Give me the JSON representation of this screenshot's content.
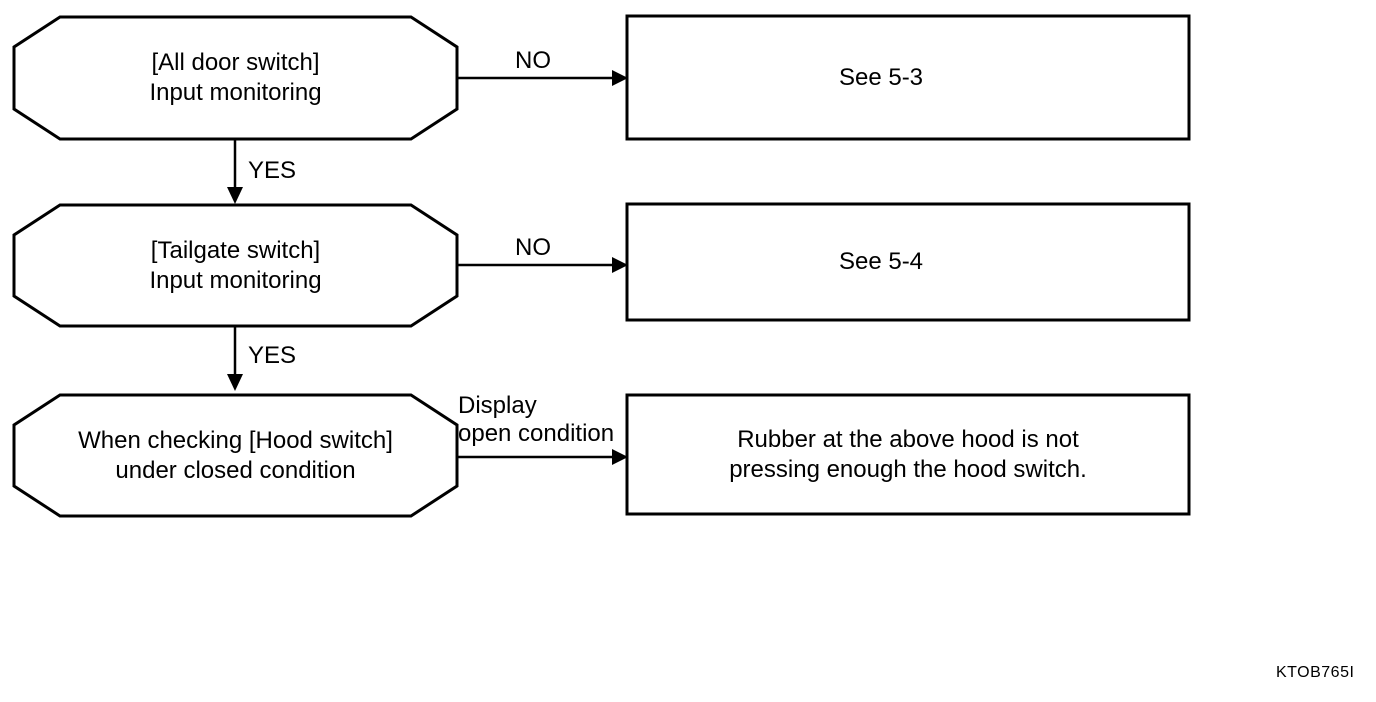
{
  "flowchart": {
    "nodes": {
      "all_door": {
        "line1": "[All door switch]",
        "line2": "Input monitoring"
      },
      "tailgate": {
        "line1": "[Tailgate switch]",
        "line2": "Input monitoring"
      },
      "hood": {
        "line1": "When checking [Hood switch]",
        "line2": "under closed condition"
      },
      "see53": {
        "label": "See 5-3"
      },
      "see54": {
        "label": "See 5-4"
      },
      "rubber": {
        "line1": "Rubber at the above hood is not",
        "line2": "pressing enough the hood switch."
      }
    },
    "edges": {
      "no1": "NO",
      "yes1": "YES",
      "no2": "NO",
      "yes2": "YES",
      "display_line1": "Display",
      "display_line2": "open condition"
    },
    "connections": [
      {
        "from": "[All door switch] Input monitoring",
        "to": "See 5-3",
        "label": "NO"
      },
      {
        "from": "[All door switch] Input monitoring",
        "to": "[Tailgate switch] Input monitoring",
        "label": "YES"
      },
      {
        "from": "[Tailgate switch] Input monitoring",
        "to": "See 5-4",
        "label": "NO"
      },
      {
        "from": "[Tailgate switch] Input monitoring",
        "to": "When checking [Hood switch] under closed condition",
        "label": "YES"
      },
      {
        "from": "When checking [Hood switch] under closed condition",
        "to": "Rubber at the above hood is not pressing enough the hood switch.",
        "label": "Display open condition"
      }
    ],
    "figure_code": "KTOB765I",
    "colors": {
      "line": "#000000",
      "background": "#ffffff",
      "text": "#000000"
    }
  }
}
